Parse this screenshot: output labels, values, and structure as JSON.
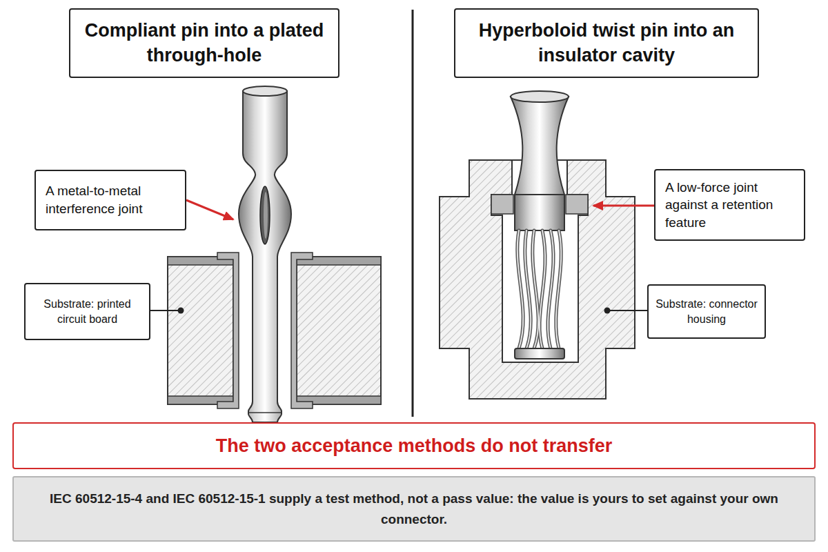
{
  "diagram": {
    "nodes": [
      {
        "text": [
          "Compliant pin into a plated through-hole"
        ]
      },
      {
        "text": [
          "A metal-to-metal interference joint"
        ]
      },
      {
        "text": [
          "Substrate: printed circuit board"
        ]
      },
      {
        "text": [
          "Hyperboloid twist pin into an insulator cavity"
        ]
      },
      {
        "text": [
          "A low-force joint against a retention feature"
        ]
      },
      {
        "text": [
          "Substrate: connector housing"
        ]
      },
      {
        "text": [
          "The two acceptance methods do not transfer"
        ]
      },
      {
        "text": [
          "IEC 60512-15-4 and IEC 60512-15-1 supply a test method, not a pass value: the value is yours to set against your own connector."
        ]
      }
    ]
  }
}
